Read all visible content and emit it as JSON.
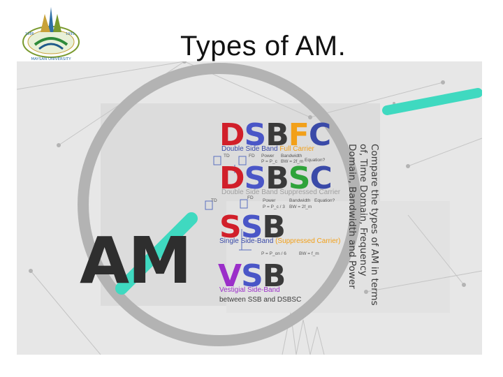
{
  "slide": {
    "title": "Types of AM."
  },
  "logo": {
    "text_left": "1986",
    "text_right": "1993",
    "university": "MAYSAN UNIVERSITY"
  },
  "image": {
    "am": "AM",
    "dsbfc": {
      "letters": [
        "D",
        "S",
        "B",
        "F",
        "C"
      ],
      "colors": [
        "#d11f2a",
        "#4a56c7",
        "#3a3a3a",
        "#f2a019",
        "#3a4aa8"
      ],
      "subtitle_parts": [
        "Double Side Band ",
        "Full Carrier"
      ],
      "labels": [
        "TD",
        "FD",
        "Power",
        "Bandwidth",
        "P = P_c",
        "BW = 2f_m",
        "Equation?"
      ]
    },
    "dsbsc": {
      "letters": [
        "D",
        "S",
        "B",
        "S",
        "C"
      ],
      "colors": [
        "#d11f2a",
        "#4a56c7",
        "#3a3a3a",
        "#2fa33a",
        "#3a4aa8"
      ],
      "subtitle_parts": [
        "Double Side Band ",
        "Suppressed Carrier"
      ],
      "labels": [
        "TD",
        "FD",
        "Power",
        "Bandwidth",
        "P = P_c / 3",
        "BW = 2f_m",
        "Equation?"
      ]
    },
    "ssb": {
      "letters": [
        "S",
        "S",
        "B"
      ],
      "colors": [
        "#d11f2a",
        "#4a56c7",
        "#3a3a3a"
      ],
      "subtitle_parts": [
        "Single Side-Band ",
        "(Suppressed Carrier)"
      ],
      "labels": [
        "P = P_on / 6",
        "BW = f_m"
      ]
    },
    "vsb": {
      "letters": [
        "V",
        "S",
        "B"
      ],
      "colors": [
        "#9b2fc9",
        "#4a56c7",
        "#3a3a3a"
      ],
      "subtitle": "Vestigial Side-Band",
      "note": "between SSB and DSBSC"
    },
    "rotated_text": [
      "Compare the types of AM  in terms",
      "of, Time Domain, Frequency",
      "Domain, Bandwidth and Power"
    ]
  }
}
